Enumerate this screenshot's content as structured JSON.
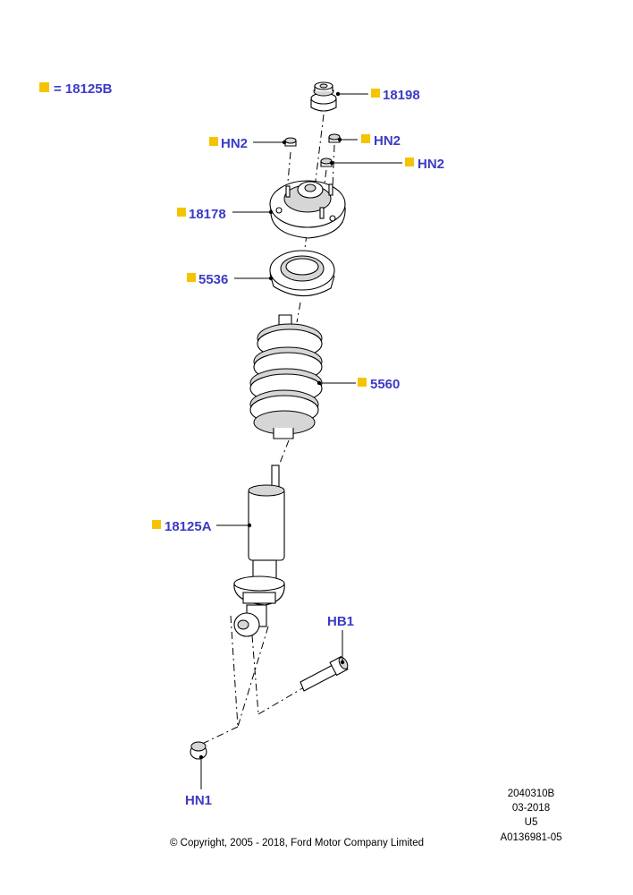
{
  "legend": {
    "text": "= 18125B",
    "color": "#f5c400"
  },
  "labels": {
    "p18198": "18198",
    "hn2_left": "HN2",
    "hn2_right_top": "HN2",
    "hn2_right": "HN2",
    "p18178": "18178",
    "p5536": "5536",
    "p5560": "5560",
    "p18125a": "18125A",
    "hb1": "HB1",
    "hn1": "HN1"
  },
  "footer": {
    "code": "2040310B",
    "date": "03-2018",
    "version": "U5",
    "ref": "A0136981-05",
    "copyright": "© Copyright, 2005 - 2018, Ford Motor Company Limited"
  },
  "colors": {
    "label": "#3b3bc4",
    "marker": "#f5c400"
  }
}
